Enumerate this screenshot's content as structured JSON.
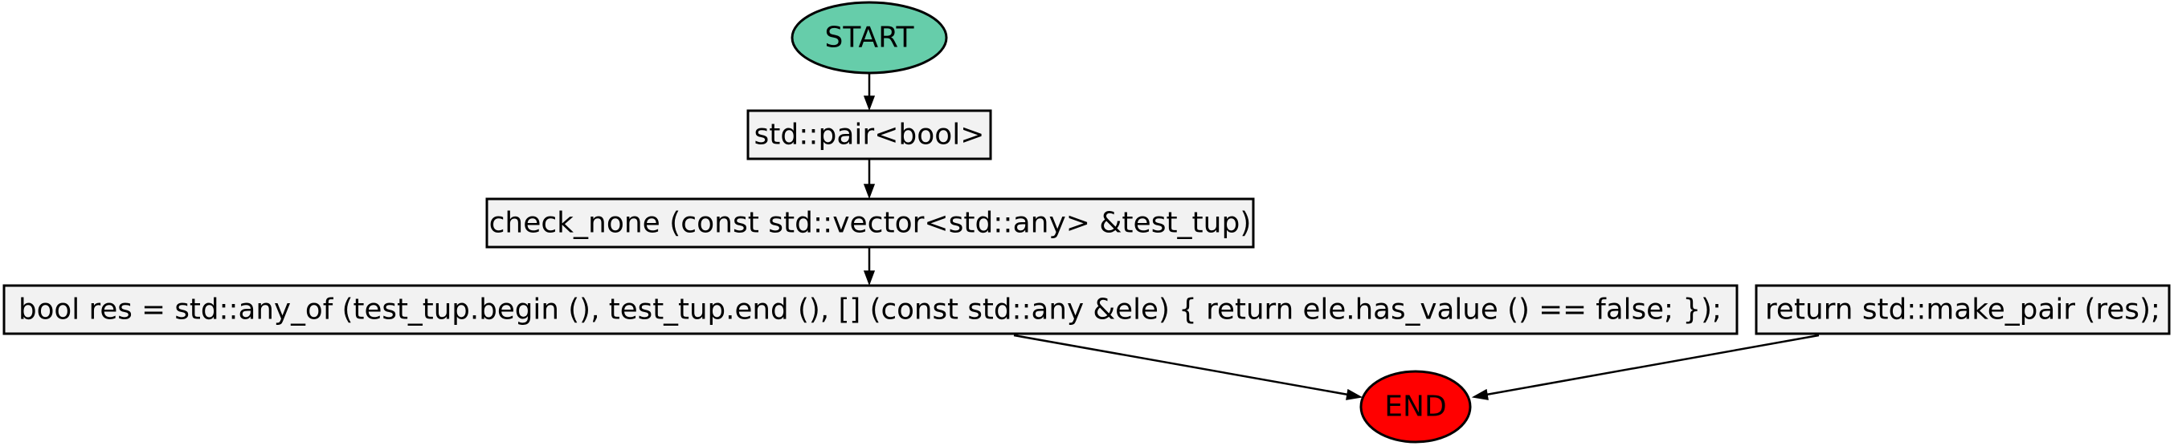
{
  "colors": {
    "start_fill": "#66cdaa",
    "end_fill": "#ff0000",
    "box_fill": "#f2f2f2",
    "stroke": "#000000"
  },
  "nodes": {
    "start": "START",
    "pair_type": "std::pair<bool>",
    "signature": "check_none (const std::vector<std::any> &test_tup)",
    "any_of_stmt": "bool res = std::any_of (test_tup.begin (), test_tup.end (), [] (const std::any &ele) { return ele.has_value () == false; });",
    "return_stmt": "return std::make_pair (res);",
    "end": "END"
  },
  "edges": [
    {
      "from": "start",
      "to": "pair_type"
    },
    {
      "from": "pair_type",
      "to": "signature"
    },
    {
      "from": "signature",
      "to": "any_of_stmt"
    },
    {
      "from": "any_of_stmt",
      "to": "end"
    },
    {
      "from": "return_stmt",
      "to": "end"
    }
  ]
}
